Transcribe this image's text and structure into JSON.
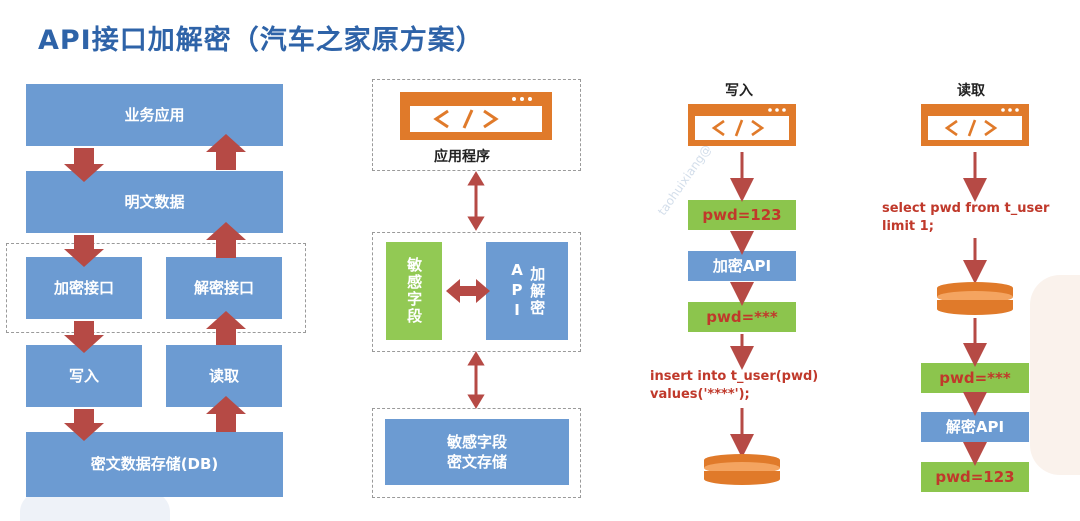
{
  "title": "API接口加解密（汽车之家原方案）",
  "colors": {
    "accent_blue": "#6c9bd2",
    "green": "#92c954",
    "orange": "#e07a2a",
    "arrow": "#b64a45",
    "title": "#2e63a8",
    "code_red": "#c0392b"
  },
  "left": {
    "business_app": "业务应用",
    "plaintext": "明文数据",
    "encrypt_iface": "加密接口",
    "decrypt_iface": "解密接口",
    "write": "写入",
    "read": "读取",
    "storage": "密文数据存储(DB)"
  },
  "middle": {
    "app_label": "应用程序",
    "sensitive_field": "敏感字段",
    "crypto_api": "加解密API",
    "storage_line1": "敏感字段",
    "storage_line2": "密文存储"
  },
  "write_flow": {
    "heading": "写入",
    "step_plain": "pwd=123",
    "step_api": "加密API",
    "step_cipher": "pwd=***",
    "sql_line1": "insert into t_user(pwd)",
    "sql_line2": "values('****');"
  },
  "read_flow": {
    "heading": "读取",
    "sql_line1": "select pwd from t_user",
    "sql_line2": "limit 1;",
    "step_cipher": "pwd=***",
    "step_api": "解密API",
    "step_plain": "pwd=123"
  },
  "watermark": "taohuixiang@Tg-DLP",
  "icons": [
    "code-window-icon",
    "database-icon",
    "arrow-icon"
  ]
}
